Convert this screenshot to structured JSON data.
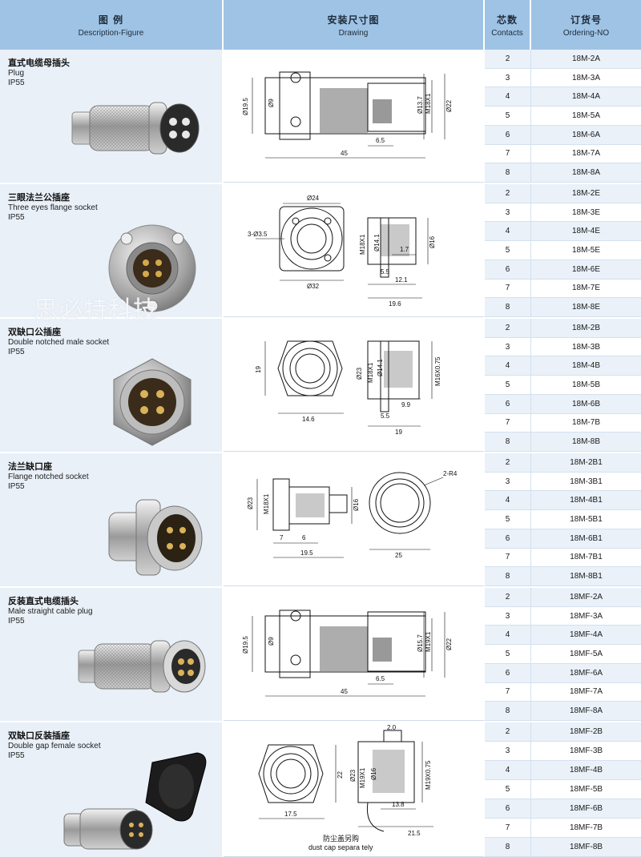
{
  "header": {
    "col1_cn": "图 例",
    "col1_en": "Description-Figure",
    "col2_cn": "安装尺寸图",
    "col2_en": "Drawing",
    "col3_cn": "芯数",
    "col3_en": "Contacts",
    "col4_cn": "订货号",
    "col4_en": "Ordering-NO"
  },
  "watermark": "思必特科技",
  "sections": [
    {
      "cn": "直式电缆母插头",
      "en": "Plug",
      "ip": "IP55",
      "dims": [
        "Ø19.5",
        "Ø9",
        "Ø13.7",
        "M18X1",
        "Ø22",
        "6.5",
        "45"
      ],
      "rows": [
        {
          "contacts": "2",
          "order": "18M-2A"
        },
        {
          "contacts": "3",
          "order": "18M-3A"
        },
        {
          "contacts": "4",
          "order": "18M-4A"
        },
        {
          "contacts": "5",
          "order": "18M-5A"
        },
        {
          "contacts": "6",
          "order": "18M-6A"
        },
        {
          "contacts": "7",
          "order": "18M-7A"
        },
        {
          "contacts": "8",
          "order": "18M-8A"
        }
      ]
    },
    {
      "cn": "三眼法兰公插座",
      "en": "Three eyes flange socket",
      "ip": "IP55",
      "dims": [
        "Ø24",
        "3-Ø3.5",
        "Ø32",
        "M18X1",
        "Ø14.1",
        "Ø16",
        "1.7",
        "5.5",
        "12.1",
        "19.6"
      ],
      "rows": [
        {
          "contacts": "2",
          "order": "18M-2E"
        },
        {
          "contacts": "3",
          "order": "18M-3E"
        },
        {
          "contacts": "4",
          "order": "18M-4E"
        },
        {
          "contacts": "5",
          "order": "18M-5E"
        },
        {
          "contacts": "6",
          "order": "18M-6E"
        },
        {
          "contacts": "7",
          "order": "18M-7E"
        },
        {
          "contacts": "8",
          "order": "18M-8E"
        }
      ]
    },
    {
      "cn": "双缺口公插座",
      "en": "Double notched male socket",
      "ip": "IP55",
      "dims": [
        "19",
        "14.6",
        "Ø23",
        "M18X1",
        "Ø14.1",
        "M16X0.75",
        "9.9",
        "5.5",
        "19"
      ],
      "rows": [
        {
          "contacts": "2",
          "order": "18M-2B"
        },
        {
          "contacts": "3",
          "order": "18M-3B"
        },
        {
          "contacts": "4",
          "order": "18M-4B"
        },
        {
          "contacts": "5",
          "order": "18M-5B"
        },
        {
          "contacts": "6",
          "order": "18M-6B"
        },
        {
          "contacts": "7",
          "order": "18M-7B"
        },
        {
          "contacts": "8",
          "order": "18M-8B"
        }
      ]
    },
    {
      "cn": "法兰缺口座",
      "en": "Flange notched socket",
      "ip": "IP55",
      "dims": [
        "Ø23",
        "M18X1",
        "Ø16",
        "7",
        "6",
        "19.5",
        "2-R4",
        "25"
      ],
      "rows": [
        {
          "contacts": "2",
          "order": "18M-2B1"
        },
        {
          "contacts": "3",
          "order": "18M-3B1"
        },
        {
          "contacts": "4",
          "order": "18M-4B1"
        },
        {
          "contacts": "5",
          "order": "18M-5B1"
        },
        {
          "contacts": "6",
          "order": "18M-6B1"
        },
        {
          "contacts": "7",
          "order": "18M-7B1"
        },
        {
          "contacts": "8",
          "order": "18M-8B1"
        }
      ]
    },
    {
      "cn": "反装直式电缆插头",
      "en": "Male straight cable plug",
      "ip": "IP55",
      "dims": [
        "Ø19.5",
        "Ø9",
        "Ø15.7",
        "M19X1",
        "Ø22",
        "6.5",
        "45"
      ],
      "rows": [
        {
          "contacts": "2",
          "order": "18MF-2A"
        },
        {
          "contacts": "3",
          "order": "18MF-3A"
        },
        {
          "contacts": "4",
          "order": "18MF-4A"
        },
        {
          "contacts": "5",
          "order": "18MF-5A"
        },
        {
          "contacts": "6",
          "order": "18MF-6A"
        },
        {
          "contacts": "7",
          "order": "18MF-7A"
        },
        {
          "contacts": "8",
          "order": "18MF-8A"
        }
      ]
    },
    {
      "cn": "双缺口反装插座",
      "en": "Double gap female socket",
      "ip": "IP55",
      "dims": [
        "22",
        "17.5",
        "2.0",
        "Ø23",
        "M19X1",
        "Ø16",
        "M19X0.75",
        "13.8",
        "21.5",
        "防尘盖另购",
        "dust cap separa tely"
      ],
      "rows": [
        {
          "contacts": "2",
          "order": "18MF-2B"
        },
        {
          "contacts": "3",
          "order": "18MF-3B"
        },
        {
          "contacts": "4",
          "order": "18MF-4B"
        },
        {
          "contacts": "5",
          "order": "18MF-5B"
        },
        {
          "contacts": "6",
          "order": "18MF-6B"
        },
        {
          "contacts": "7",
          "order": "18MF-7B"
        },
        {
          "contacts": "8",
          "order": "18MF-8B"
        }
      ]
    }
  ]
}
